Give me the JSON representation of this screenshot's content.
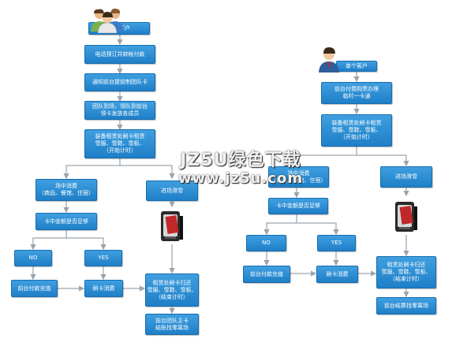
{
  "group": {
    "customer": "团体客户",
    "phone_booking": "电话预订并转帐付款",
    "notify_front_desk": "通知前台提前制团队卡",
    "arrive_distribute": "团队到场，领队到前台\n领卡发放各成员",
    "rent_equipment": "装备租赁处刷卡租赁\n雪服、雪鞋、雪板、\n（开始计时）",
    "on_site_consumption": "场中消费\n（商品、餐馆、住宿）",
    "enter_ski": "进场滑雪",
    "balance_check": "卡中金额是否足够",
    "no": "NO",
    "yes": "YES",
    "front_recharge": "前台付款充值",
    "swipe_consume": "刷卡消费",
    "return_equipment": "租赁处刷卡归还\n雪服、雪鞋、雪板、\n（结束计时）",
    "settle": "前台团队主卡\n结账找零离场"
  },
  "single": {
    "customer": "单个客户",
    "buy_ticket": "前台付费购票办理\n临时一卡通",
    "rent_equipment": "装备租赁处刷卡租赁\n雪服、雪鞋、雪板、\n（开始计时）",
    "on_site_consumption": "场中消费\n（商品、餐馆、住宿）",
    "enter_ski": "进场滑雪",
    "balance_check": "卡中金额是否足够",
    "no": "NO",
    "yes": "YES",
    "front_recharge": "前台付款充值",
    "swipe_consume": "刷卡消费",
    "return_equipment": "租赁处刷卡归还\n雪服、雪鞋、雪板、\n（结束计时）",
    "settle": "前台结算找零离场"
  },
  "watermark": {
    "line1": "JZ5U绿色下载",
    "line2": "www.jz5u.com"
  },
  "colors": {
    "box_fill": "#2a8ad4",
    "box_border": "#176db0",
    "connector": "#9aa4ad"
  },
  "icons": [
    "group-people-icon",
    "single-person-icon",
    "card-reader-icon"
  ]
}
